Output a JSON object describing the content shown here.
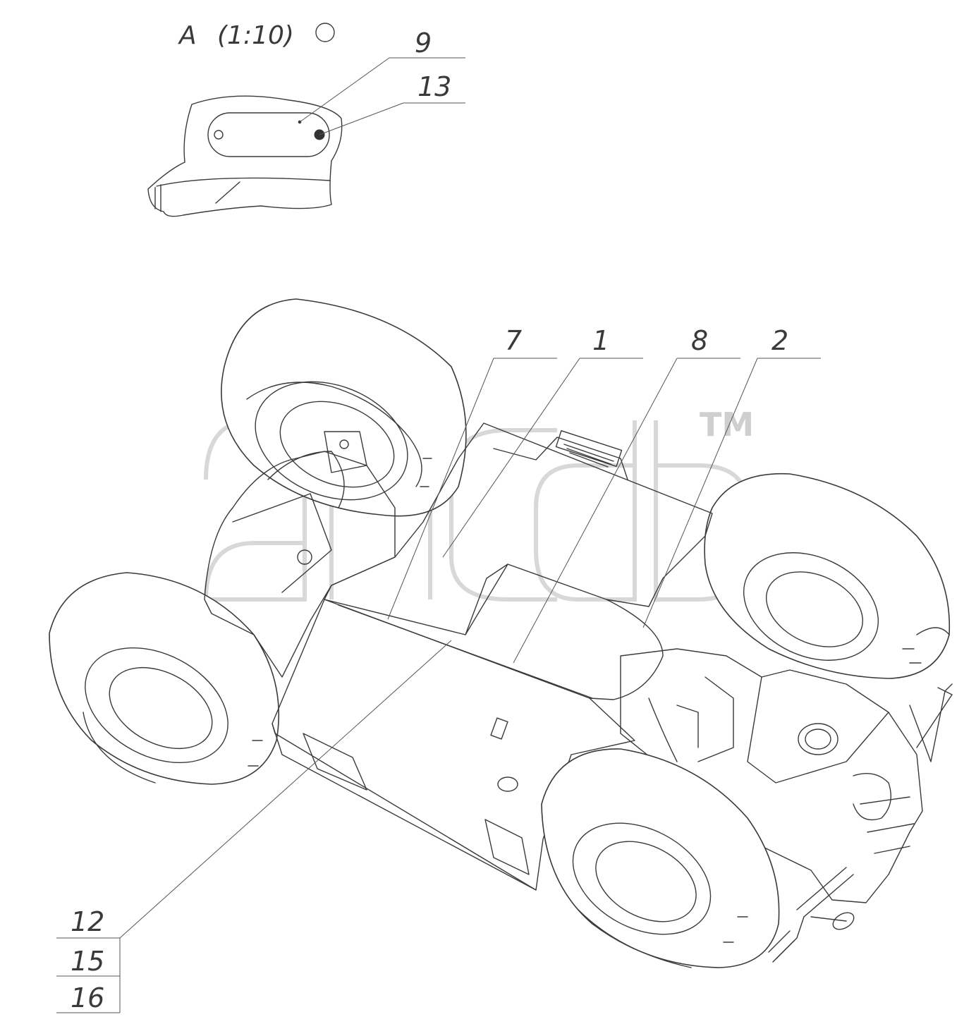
{
  "view": {
    "label": "A",
    "scale": "(1:10)"
  },
  "callouts": {
    "c9": "9",
    "c13": "13",
    "c7": "7",
    "c1": "1",
    "c8": "8",
    "c2": "2",
    "c12": "12",
    "c15": "15",
    "c16": "16"
  },
  "watermark": {
    "tm": "TM"
  },
  "colors": {
    "line": "#3a3a3a",
    "watermark": "#d8d8d8",
    "background": "#ffffff"
  }
}
